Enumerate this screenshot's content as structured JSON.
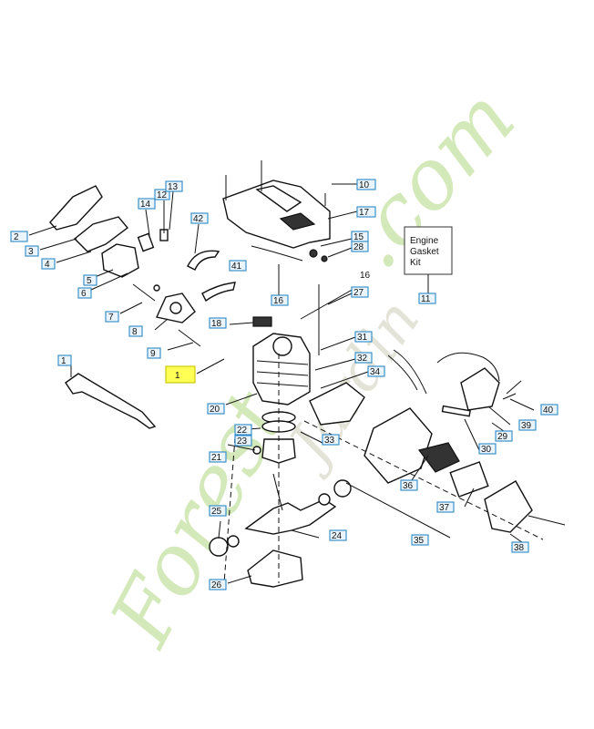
{
  "diagram": {
    "parts": [
      {
        "id": "p1",
        "label": "1"
      },
      {
        "id": "p1b",
        "label": "1"
      },
      {
        "id": "p2",
        "label": "2"
      },
      {
        "id": "p3",
        "label": "3"
      },
      {
        "id": "p4",
        "label": "4"
      },
      {
        "id": "p5",
        "label": "5"
      },
      {
        "id": "p6",
        "label": "6"
      },
      {
        "id": "p7",
        "label": "7"
      },
      {
        "id": "p8",
        "label": "8"
      },
      {
        "id": "p9",
        "label": "9"
      },
      {
        "id": "p10",
        "label": "10"
      },
      {
        "id": "p11",
        "label": "11"
      },
      {
        "id": "p12",
        "label": "12"
      },
      {
        "id": "p13",
        "label": "13"
      },
      {
        "id": "p14",
        "label": "14"
      },
      {
        "id": "p15",
        "label": "15"
      },
      {
        "id": "p16",
        "label": "16"
      },
      {
        "id": "p16b",
        "label": "16"
      },
      {
        "id": "p17",
        "label": "17"
      },
      {
        "id": "p18",
        "label": "18"
      },
      {
        "id": "p20",
        "label": "20"
      },
      {
        "id": "p21",
        "label": "21"
      },
      {
        "id": "p22",
        "label": "22"
      },
      {
        "id": "p23",
        "label": "23"
      },
      {
        "id": "p24",
        "label": "24"
      },
      {
        "id": "p25",
        "label": "25"
      },
      {
        "id": "p26",
        "label": "26"
      },
      {
        "id": "p27",
        "label": "27"
      },
      {
        "id": "p28",
        "label": "28"
      },
      {
        "id": "p29",
        "label": "29"
      },
      {
        "id": "p30",
        "label": "30"
      },
      {
        "id": "p31",
        "label": "31"
      },
      {
        "id": "p32",
        "label": "32"
      },
      {
        "id": "p33",
        "label": "33"
      },
      {
        "id": "p34",
        "label": "34"
      },
      {
        "id": "p35",
        "label": "35"
      },
      {
        "id": "p36",
        "label": "36"
      },
      {
        "id": "p37",
        "label": "37"
      },
      {
        "id": "p38",
        "label": "38"
      },
      {
        "id": "p39",
        "label": "39"
      },
      {
        "id": "p40",
        "label": "40"
      },
      {
        "id": "p41",
        "label": "41"
      },
      {
        "id": "p42",
        "label": "42"
      }
    ],
    "gasket_kit": {
      "line1": "Engine",
      "line2": "Gasket",
      "line3": "Kit"
    },
    "watermark": {
      "brand_left": "Forest",
      "brand_right": ".com",
      "brand_mid": "Jardin"
    },
    "colors": {
      "label_box_fill": "#eaf4fb",
      "label_box_stroke": "#2b89c6",
      "highlight_fill": "#ffff55",
      "watermark_green": "#c9e3a6",
      "line": "#111111"
    }
  }
}
